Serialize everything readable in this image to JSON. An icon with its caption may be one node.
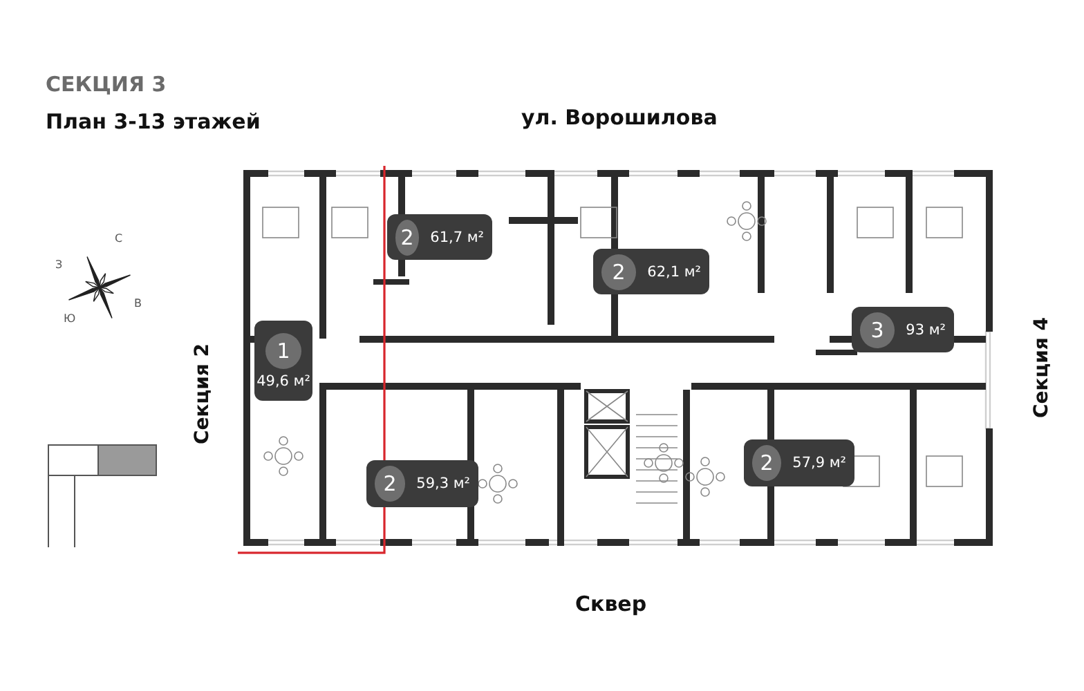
{
  "diagram": {
    "title": "СЕКЦИЯ 3",
    "nodes": [
      {
        "text": [
          "1",
          "49,6 м²"
        ]
      },
      {
        "text": [
          "2",
          "61,7 м²"
        ]
      },
      {
        "text": [
          "2",
          "62,1 м²"
        ]
      },
      {
        "text": [
          "3",
          "93 м²"
        ]
      },
      {
        "text": [
          "2",
          "59,3 м²"
        ]
      },
      {
        "text": [
          "2",
          "57,9 м²"
        ]
      }
    ],
    "labels": [
      "План 3-13 этажей",
      "ул. Ворошилова",
      "З",
      "С",
      "Ю",
      "В",
      "Секция 2",
      "Секция 4",
      "Сквер"
    ]
  }
}
